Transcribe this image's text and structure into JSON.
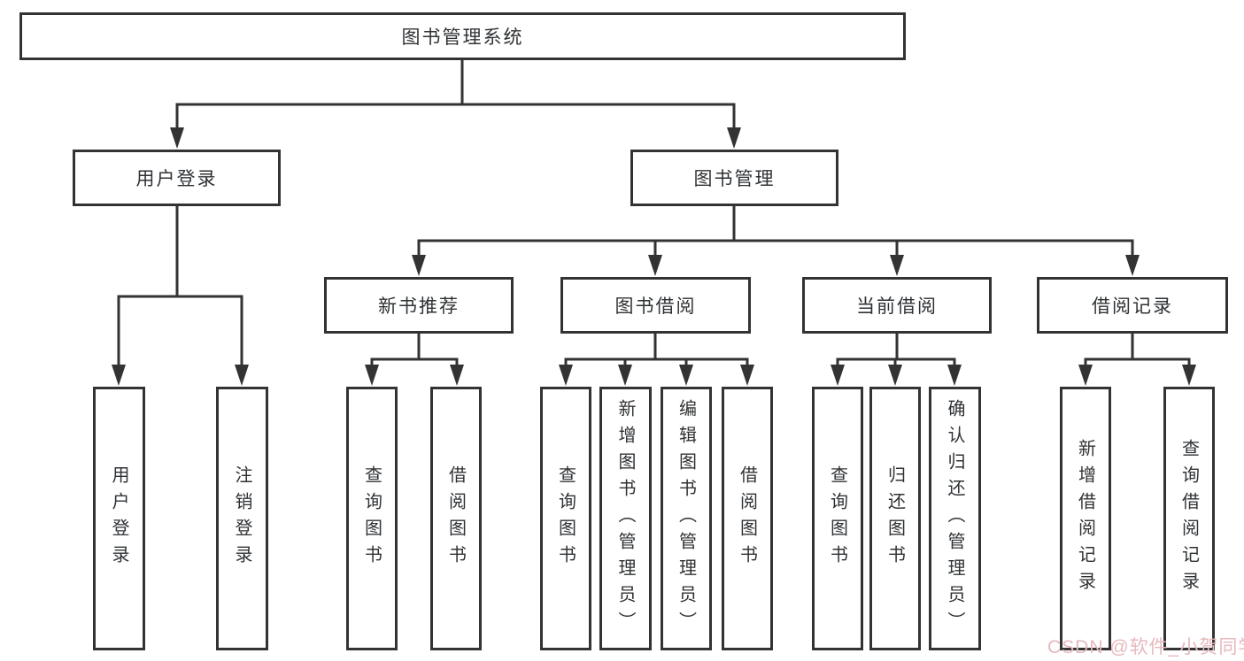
{
  "diagram": {
    "root": {
      "label": "图书管理系统"
    },
    "branches": [
      {
        "label": "用户登录",
        "children": [
          {
            "label": "用户登录"
          },
          {
            "label": "注销登录"
          }
        ]
      },
      {
        "label": "图书管理",
        "children": [
          {
            "label": "新书推荐",
            "children": [
              {
                "label": "查询图书"
              },
              {
                "label": "借阅图书"
              }
            ]
          },
          {
            "label": "图书借阅",
            "children": [
              {
                "label": "查询图书"
              },
              {
                "label": "新增图书（管理员）"
              },
              {
                "label": "编辑图书（管理员）"
              },
              {
                "label": "借阅图书"
              }
            ]
          },
          {
            "label": "当前借阅",
            "children": [
              {
                "label": "查询图书"
              },
              {
                "label": "归还图书"
              },
              {
                "label": "确认归还（管理员）"
              }
            ]
          },
          {
            "label": "借阅记录",
            "children": [
              {
                "label": "新增借阅记录"
              },
              {
                "label": "查询借阅记录"
              }
            ]
          }
        ]
      }
    ]
  },
  "watermark": {
    "text": "CSDN @软件_小贺同学",
    "color": "#e6b8be"
  },
  "style": {
    "line_color": "#333333",
    "text_color": "#2f3235",
    "box_background": "#ffffff"
  }
}
